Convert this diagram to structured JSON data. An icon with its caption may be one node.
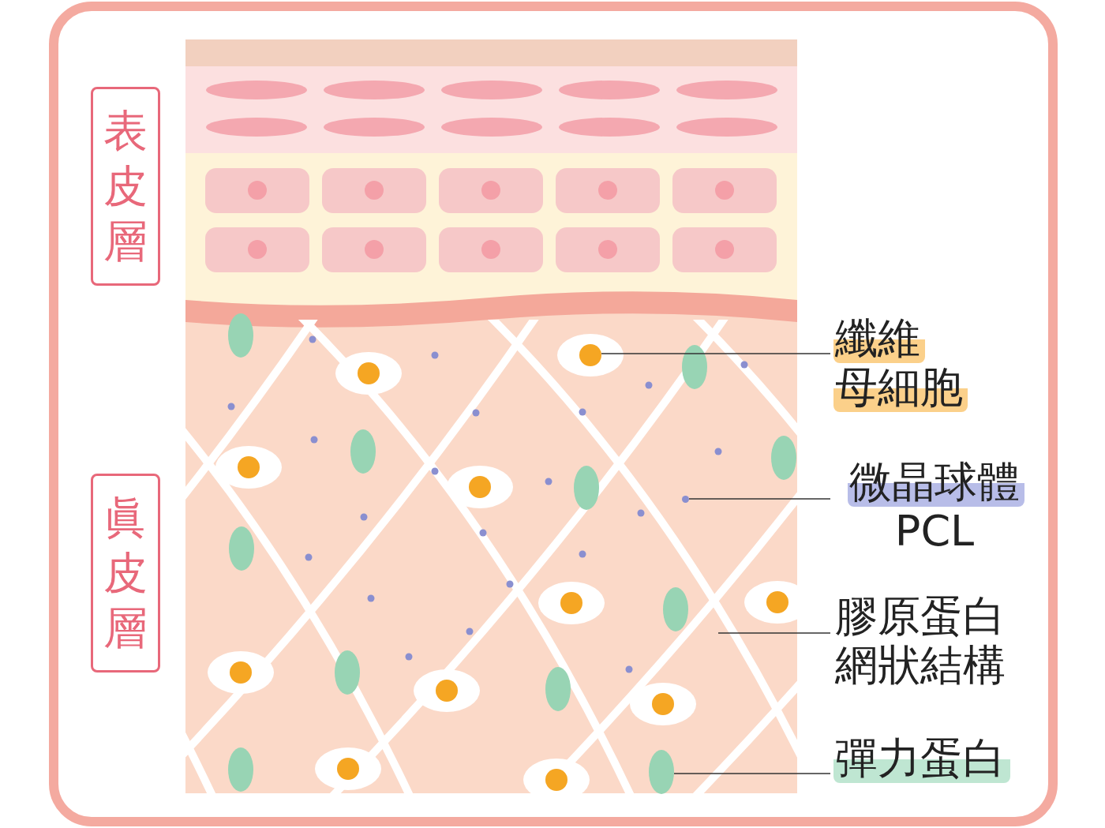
{
  "diagram": {
    "nodes": [
      {
        "text": [
          "表皮層"
        ]
      },
      {
        "text": [
          "眞皮層"
        ]
      },
      {
        "text": [
          "纖維",
          "母細胞"
        ]
      },
      {
        "text": [],
        "shape": "circle"
      },
      {
        "text": [
          "微晶球體",
          "PCL"
        ]
      },
      {
        "text": [],
        "shape": "circle"
      },
      {
        "text": [
          "膠原蛋白網狀結構"
        ]
      },
      {
        "text": [
          "彈力蛋白"
        ]
      },
      {
        "text": [],
        "shape": "circle"
      }
    ],
    "edges": [
      {
        "from": 2,
        "to": 3,
        "arrow": "none"
      },
      {
        "from": 4,
        "to": 5,
        "arrow": "none"
      },
      {
        "from": 6,
        "to": null,
        "arrow": "none"
      },
      {
        "from": 7,
        "to": 8,
        "arrow": "none"
      }
    ]
  }
}
